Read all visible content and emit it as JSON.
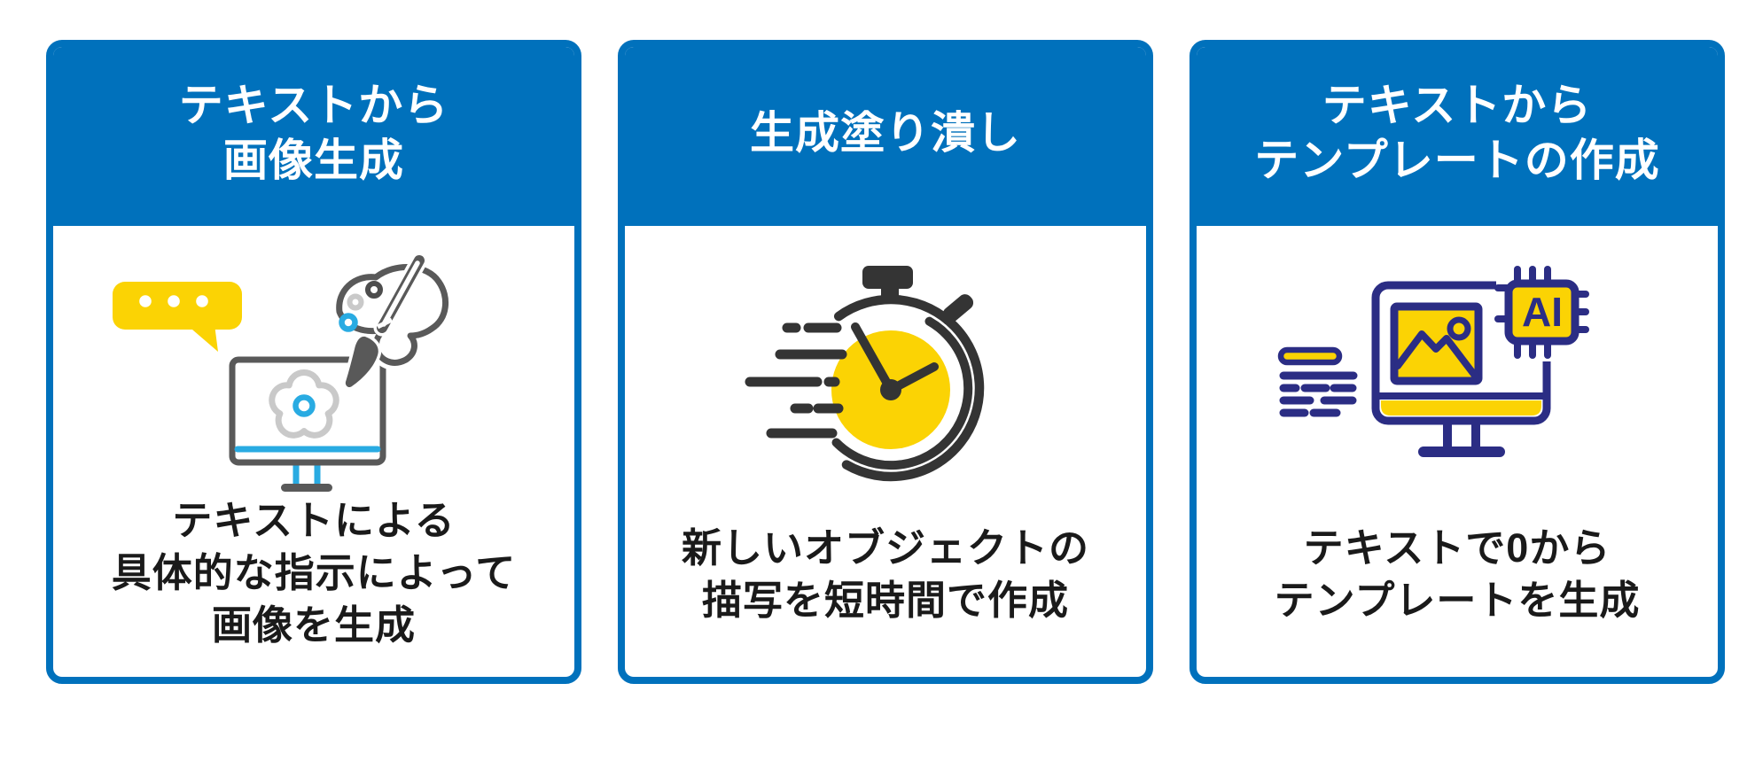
{
  "colors": {
    "accent_blue": "#0071BC",
    "header_text": "#FFFFFF",
    "body_text": "#1A1A1A",
    "icon_yellow": "#FBD304",
    "icon_dark": "#343434",
    "icon_gray": "#595959",
    "icon_light_gray": "#C9C9C9",
    "icon_sky_blue": "#29ABE2",
    "icon_navy": "#2B2D84",
    "page_background": "#FFFFFF"
  },
  "cards": [
    {
      "title_lines": [
        "テキストから",
        "画像生成"
      ],
      "body_lines": [
        "テキストによる",
        "具体的な指示によって",
        "画像を生成"
      ],
      "icon": "speech-bubble-palette-monitor-icon"
    },
    {
      "title_lines": [
        "生成塗り潰し"
      ],
      "body_lines": [
        "新しいオブジェクトの",
        "描写を短時間で作成"
      ],
      "icon": "speed-stopwatch-icon"
    },
    {
      "title_lines": [
        "テキストから",
        "テンプレートの作成"
      ],
      "body_lines": [
        "テキストで0から",
        "テンプレートを生成"
      ],
      "icon": "monitor-ai-chip-icon"
    }
  ],
  "icons": {
    "chip_label": "AI"
  }
}
